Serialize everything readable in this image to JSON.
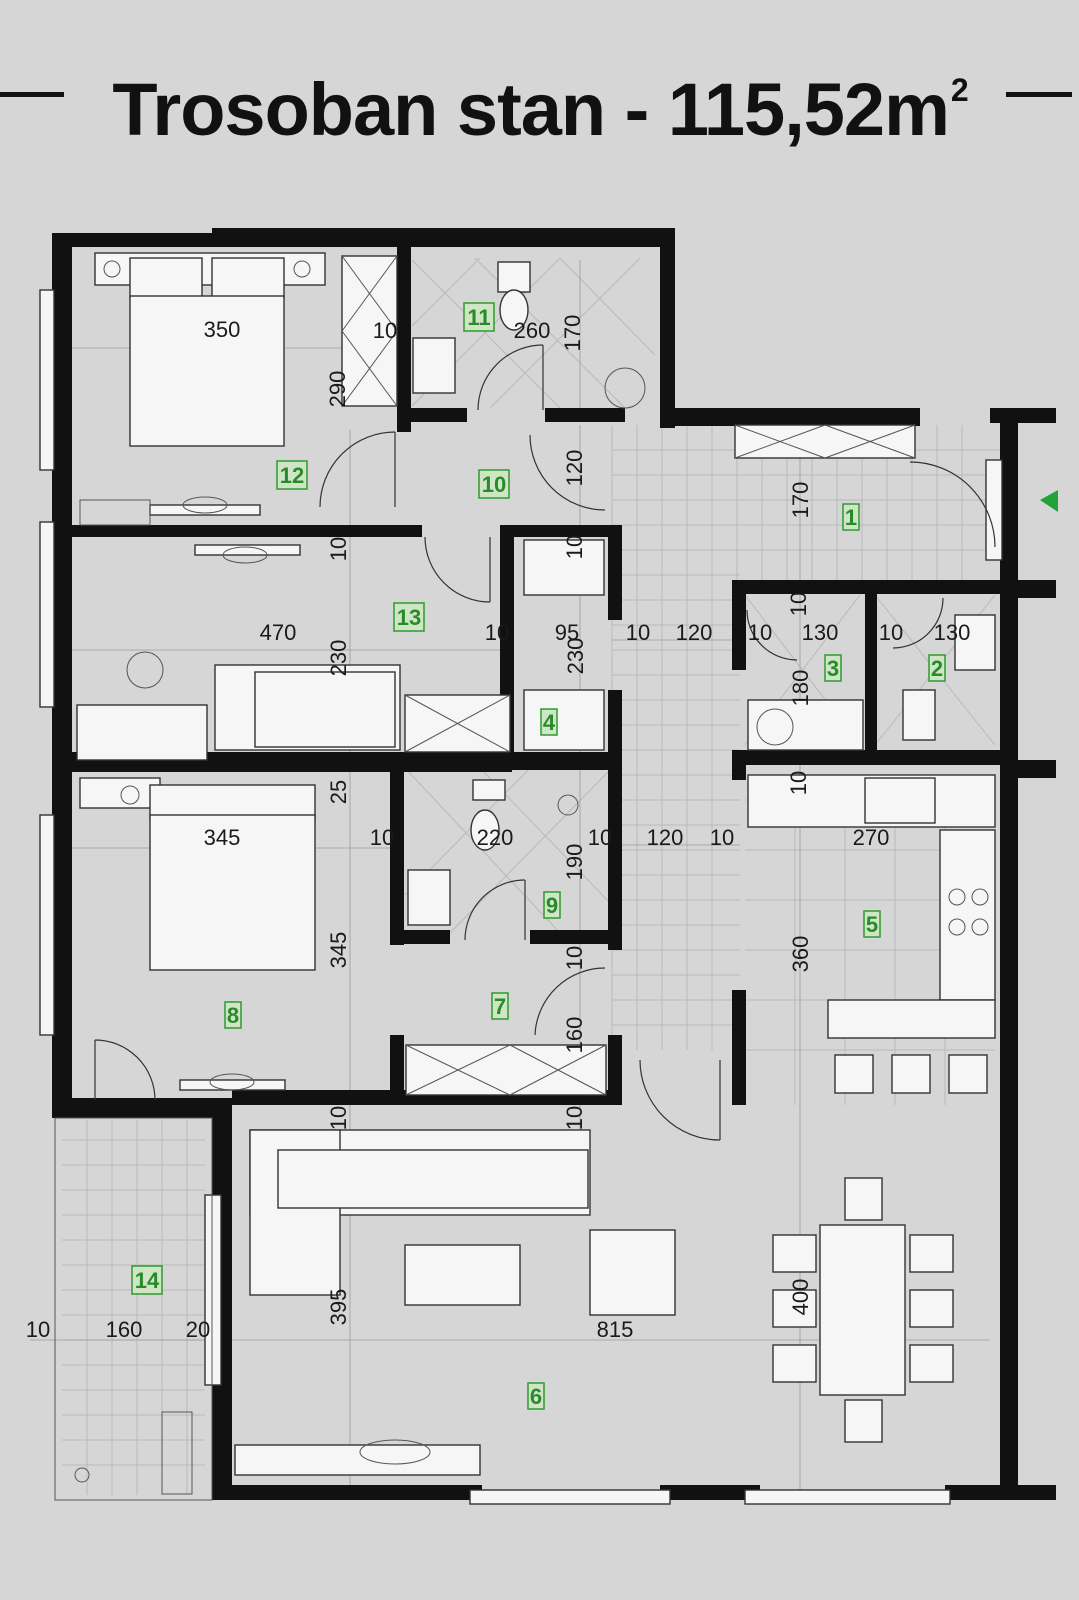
{
  "title": {
    "text": "Trosoban stan - 115,52m",
    "superscript": "2"
  },
  "rooms": [
    "1",
    "2",
    "3",
    "4",
    "5",
    "6",
    "7",
    "8",
    "9",
    "10",
    "11",
    "12",
    "13",
    "14"
  ],
  "dimensions": {
    "d350": "350",
    "d10a": "10",
    "d260": "260",
    "d170a": "170",
    "d290": "290",
    "d120a": "120",
    "d170b": "170",
    "d10b": "10",
    "d470": "470",
    "d230a": "230",
    "d10c": "10",
    "d95": "95",
    "d230b": "230",
    "d10d": "10",
    "d120b": "120",
    "d10e": "10",
    "d130a": "130",
    "d10f": "10",
    "d130b": "130",
    "d10g": "10",
    "d180": "180",
    "d25": "25",
    "d10h": "10",
    "d345a": "345",
    "d10i": "10",
    "d220": "220",
    "d190": "190",
    "d10j": "10",
    "d120c": "120",
    "d10k": "10",
    "d270": "270",
    "d345b": "345",
    "d360": "360",
    "d10l": "10",
    "d160a": "160",
    "d10m": "10",
    "d10n": "10",
    "d395": "395",
    "d400": "400",
    "d10o": "10",
    "d160b": "160",
    "d20": "20",
    "d815": "815",
    "d10p": "10"
  },
  "colors": {
    "background": "#d6d6d6",
    "wall": "#111111",
    "room_label": "#2a8a2a",
    "entry_arrow": "#22a33a"
  },
  "icons": [
    "entry-arrow-icon"
  ]
}
